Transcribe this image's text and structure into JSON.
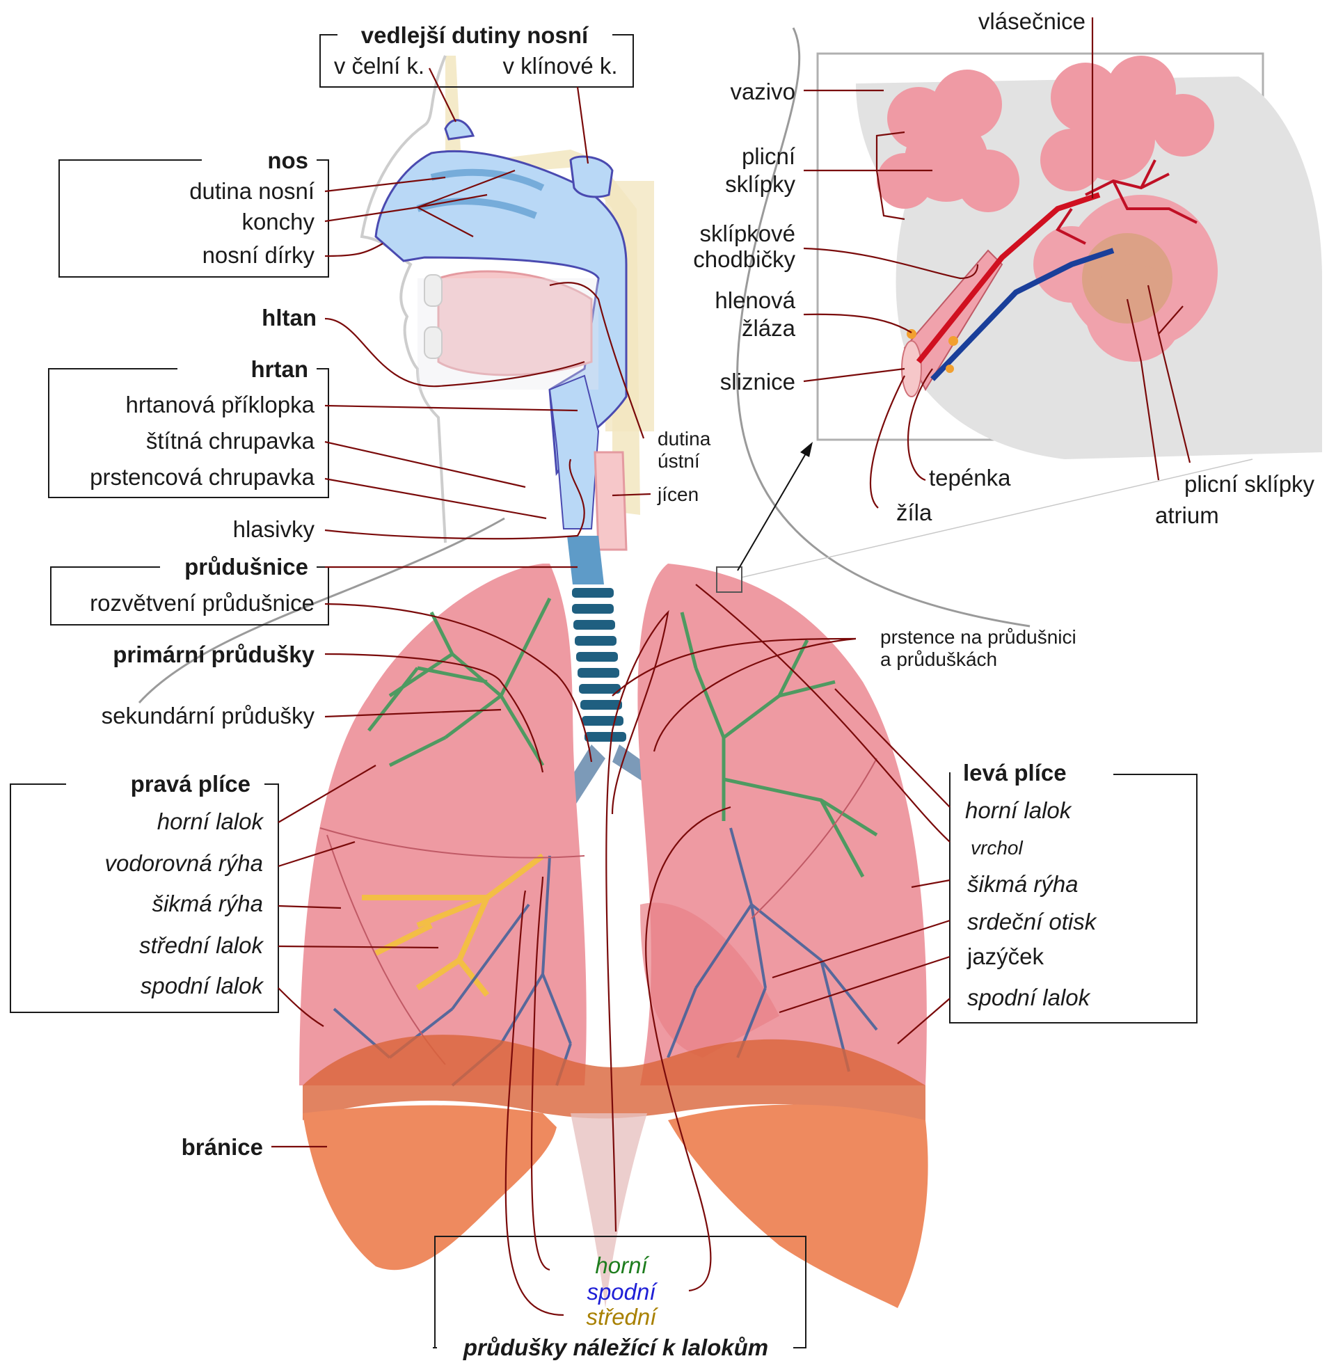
{
  "labels": {
    "sinuses_title": "vedlejší dutiny nosní",
    "frontal_sinus": "v čelní k.",
    "sphenoid_sinus": "v klínové k.",
    "nose_title": "nos",
    "nasal_cavity": "dutina nosní",
    "conchae": "konchy",
    "nostrils": "nosní dírky",
    "pharynx": "hltan",
    "larynx_title": "hrtan",
    "epiglottis": "hrtanová příklopka",
    "thyroid_cartilage": "štítná chrupavka",
    "cricoid_cartilage": "prstencová chrupavka",
    "vocal_cords": "hlasivky",
    "trachea_title": "průdušnice",
    "carina": "rozvětvení průdušnice",
    "primary_bronchi": "primární průdušky",
    "secondary_bronchi": "sekundární průdušky",
    "oral_cavity_1": "dutina",
    "oral_cavity_2": "ústní",
    "esophagus": "jícen",
    "rings_1": "prstence na průdušnici",
    "rings_2": "a průduškách",
    "right_lung_title": "pravá plíce",
    "right_upper_lobe": "horní lalok",
    "horizontal_fissure": "vodorovná rýha",
    "right_oblique_fissure": "šikmá rýha",
    "middle_lobe": "střední lalok",
    "right_lower_lobe": "spodní lalok",
    "left_lung_title": "levá plíce",
    "left_upper_lobe": "horní lalok",
    "apex": "vrchol",
    "left_oblique_fissure": "šikmá rýha",
    "cardiac_notch": "srdeční otisk",
    "lingula": "jazýček",
    "left_lower_lobe": "spodní lalok",
    "diaphragm": "bránice",
    "lobar_upper": "horní",
    "lobar_lower": "spodní",
    "lobar_middle": "střední",
    "lobar_title": "průdušky náležící k lalokům",
    "capillaries": "vlásečnice",
    "connective_tissue": "vazivo",
    "alveoli_1": "plicní",
    "alveoli_2": "sklípky",
    "alveolar_ducts_1": "sklípkové",
    "alveolar_ducts_2": "chodbičky",
    "mucous_gland_1": "hlenová",
    "mucous_gland_2": "žláza",
    "mucosa": "sliznice",
    "arteriole": "tepénka",
    "venule": "žíla",
    "alveolar_sacs": "plicní sklípky",
    "atrium": "atrium"
  },
  "colors": {
    "upper_lobe_bronchi": "#1e7d1e",
    "lower_lobe_bronchi": "#1f1fd6",
    "middle_lobe_bronchi": "#a88000",
    "lung_pink": "#e98f98",
    "diaphragm_orange": "#e8855a",
    "airway_blue": "#b9d8f6",
    "leader_line": "#7a0a0a"
  }
}
